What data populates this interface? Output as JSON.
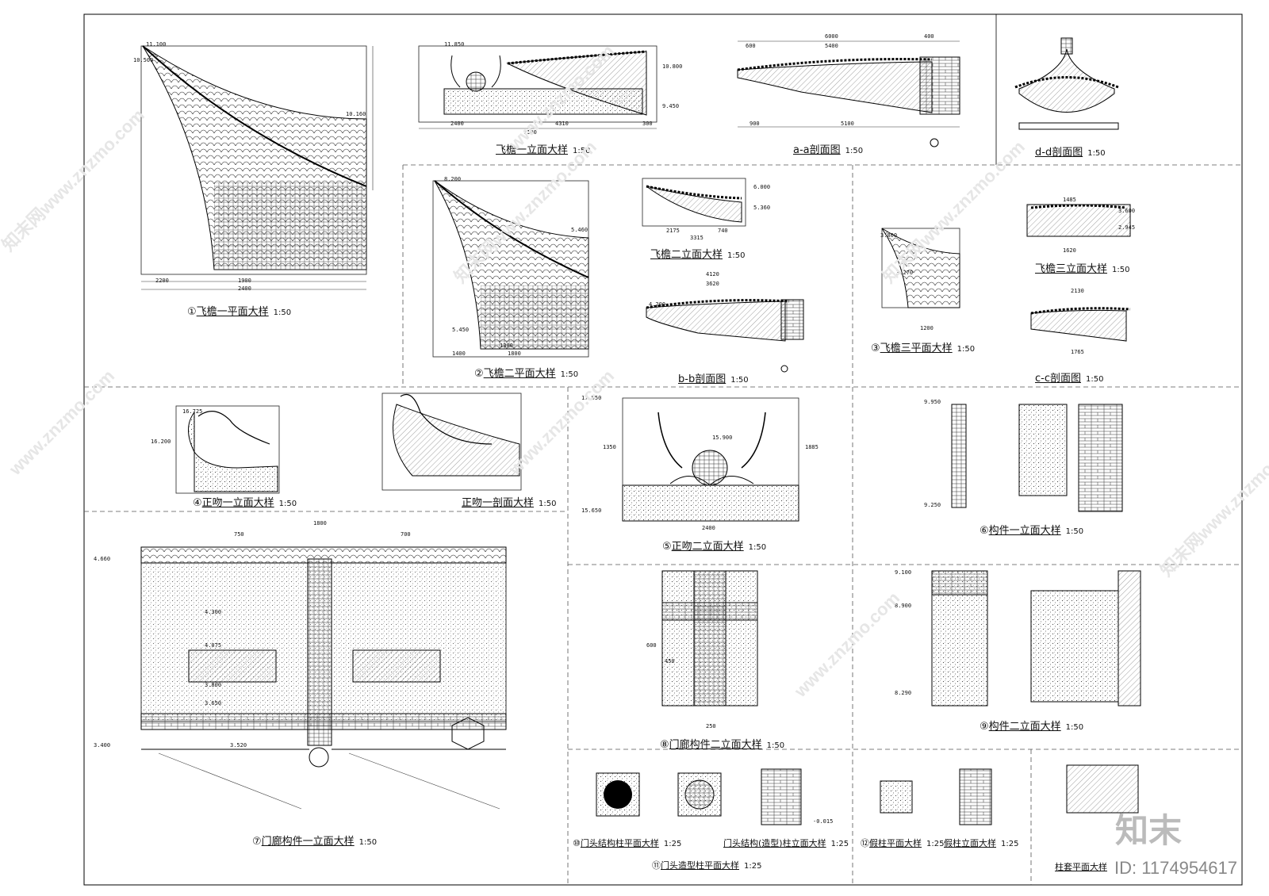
{
  "panels": [
    {
      "id": "p1",
      "num": "①",
      "title": "飞檐一平面大样",
      "scale": "1:50"
    },
    {
      "id": "p1b",
      "num": "",
      "title": "飞檐一立面大样",
      "scale": "1:50"
    },
    {
      "id": "p1c",
      "num": "",
      "title": "a-a剖面图",
      "scale": "1:50"
    },
    {
      "id": "p1d",
      "num": "",
      "title": "d-d剖面图",
      "scale": "1:50"
    },
    {
      "id": "p2",
      "num": "②",
      "title": "飞檐二平面大样",
      "scale": "1:50"
    },
    {
      "id": "p2b",
      "num": "",
      "title": "飞檐二立面大样",
      "scale": "1:50"
    },
    {
      "id": "p2c",
      "num": "",
      "title": "b-b剖面图",
      "scale": "1:50"
    },
    {
      "id": "p3",
      "num": "③",
      "title": "飞檐三平面大样",
      "scale": "1:50"
    },
    {
      "id": "p3b",
      "num": "",
      "title": "飞檐三立面大样",
      "scale": "1:50"
    },
    {
      "id": "p3c",
      "num": "",
      "title": "c-c剖面图",
      "scale": "1:50"
    },
    {
      "id": "p4",
      "num": "④",
      "title": "正吻一立面大样",
      "scale": "1:50"
    },
    {
      "id": "p4b",
      "num": "",
      "title": "正吻一剖面大样",
      "scale": "1:50"
    },
    {
      "id": "p5",
      "num": "⑤",
      "title": "正吻二立面大样",
      "scale": "1:50"
    },
    {
      "id": "p6",
      "num": "⑥",
      "title": "构件一立面大样",
      "scale": "1:50"
    },
    {
      "id": "p7",
      "num": "⑦",
      "title": "门廊构件一立面大样",
      "scale": "1:50"
    },
    {
      "id": "p8",
      "num": "⑧",
      "title": "门廊构件二立面大样",
      "scale": "1:50"
    },
    {
      "id": "p9",
      "num": "⑨",
      "title": "构件二立面大样",
      "scale": "1:50"
    },
    {
      "id": "p10",
      "num": "⑩",
      "title": "门头结构柱平面大样",
      "scale": "1:25"
    },
    {
      "id": "p11",
      "num": "⑪",
      "title": "门头造型柱平面大样",
      "scale": "1:25"
    },
    {
      "id": "p11b",
      "num": "",
      "title": "门头结构(造型)柱立面大样",
      "scale": "1:25"
    },
    {
      "id": "p12",
      "num": "⑫",
      "title": "假柱平面大样",
      "scale": "1:25"
    },
    {
      "id": "p12b",
      "num": "",
      "title": "假柱立面大样",
      "scale": "1:25"
    },
    {
      "id": "p13",
      "num": "",
      "title": "柱套平面大样",
      "scale": ""
    }
  ],
  "dims": {
    "d1": "2200",
    "d2": "1900",
    "d3": "2400",
    "d4": "11.100",
    "d5": "10.500",
    "d6": "10.160",
    "d7": "7100",
    "d8": "2400",
    "d9": "4310",
    "d10": "300",
    "d11": "11.850",
    "d12": "10.800",
    "d13": "9.450",
    "d14": "6000",
    "d15": "5400",
    "d16": "600",
    "d17": "900",
    "d18": "5100",
    "d19": "400",
    "d20": "8.200",
    "d21": "5.460",
    "d22": "5.450",
    "d23": "1400",
    "d24": "1300",
    "d25": "1800",
    "d26": "6.000",
    "d27": "5.360",
    "d28": "2175",
    "d29": "740",
    "d30": "3315",
    "d31": "4120",
    "d32": "3620",
    "d33": "4.200",
    "d34": "3.800",
    "d35": "3.270",
    "d36": "1200",
    "d37": "1485",
    "d38": "3.600",
    "d39": "2.945",
    "d40": "1620",
    "d41": "2130",
    "d42": "1765",
    "d43": "16.725",
    "d44": "16.200",
    "d45": "15.650",
    "d46": "17.550",
    "d47": "15.900",
    "d48": "2400",
    "d49": "1885",
    "d50": "1350",
    "d51": "9.950",
    "d52": "9.250",
    "d53": "1800",
    "d54": "750",
    "d55": "700",
    "d56": "4.660",
    "d57": "4.300",
    "d58": "4.075",
    "d59": "3.800",
    "d60": "3.650",
    "d61": "3.400",
    "d62": "3.520",
    "d63": "600",
    "d64": "450",
    "d65": "250",
    "d66": "9.100",
    "d67": "8.900",
    "d68": "8.290",
    "d69": "-0.015"
  },
  "watermarks": [
    "知末网www.znzmo.com",
    "www.znzmo.com",
    "知末网www.znzmo.com",
    "www.znzmo.com",
    "www.znzmo.com",
    "知末网www.znzmo.com",
    "www.znzmo.com",
    "知末网www.znzmo.com"
  ],
  "logo": "知末",
  "footer_id": "ID: 1174954617"
}
